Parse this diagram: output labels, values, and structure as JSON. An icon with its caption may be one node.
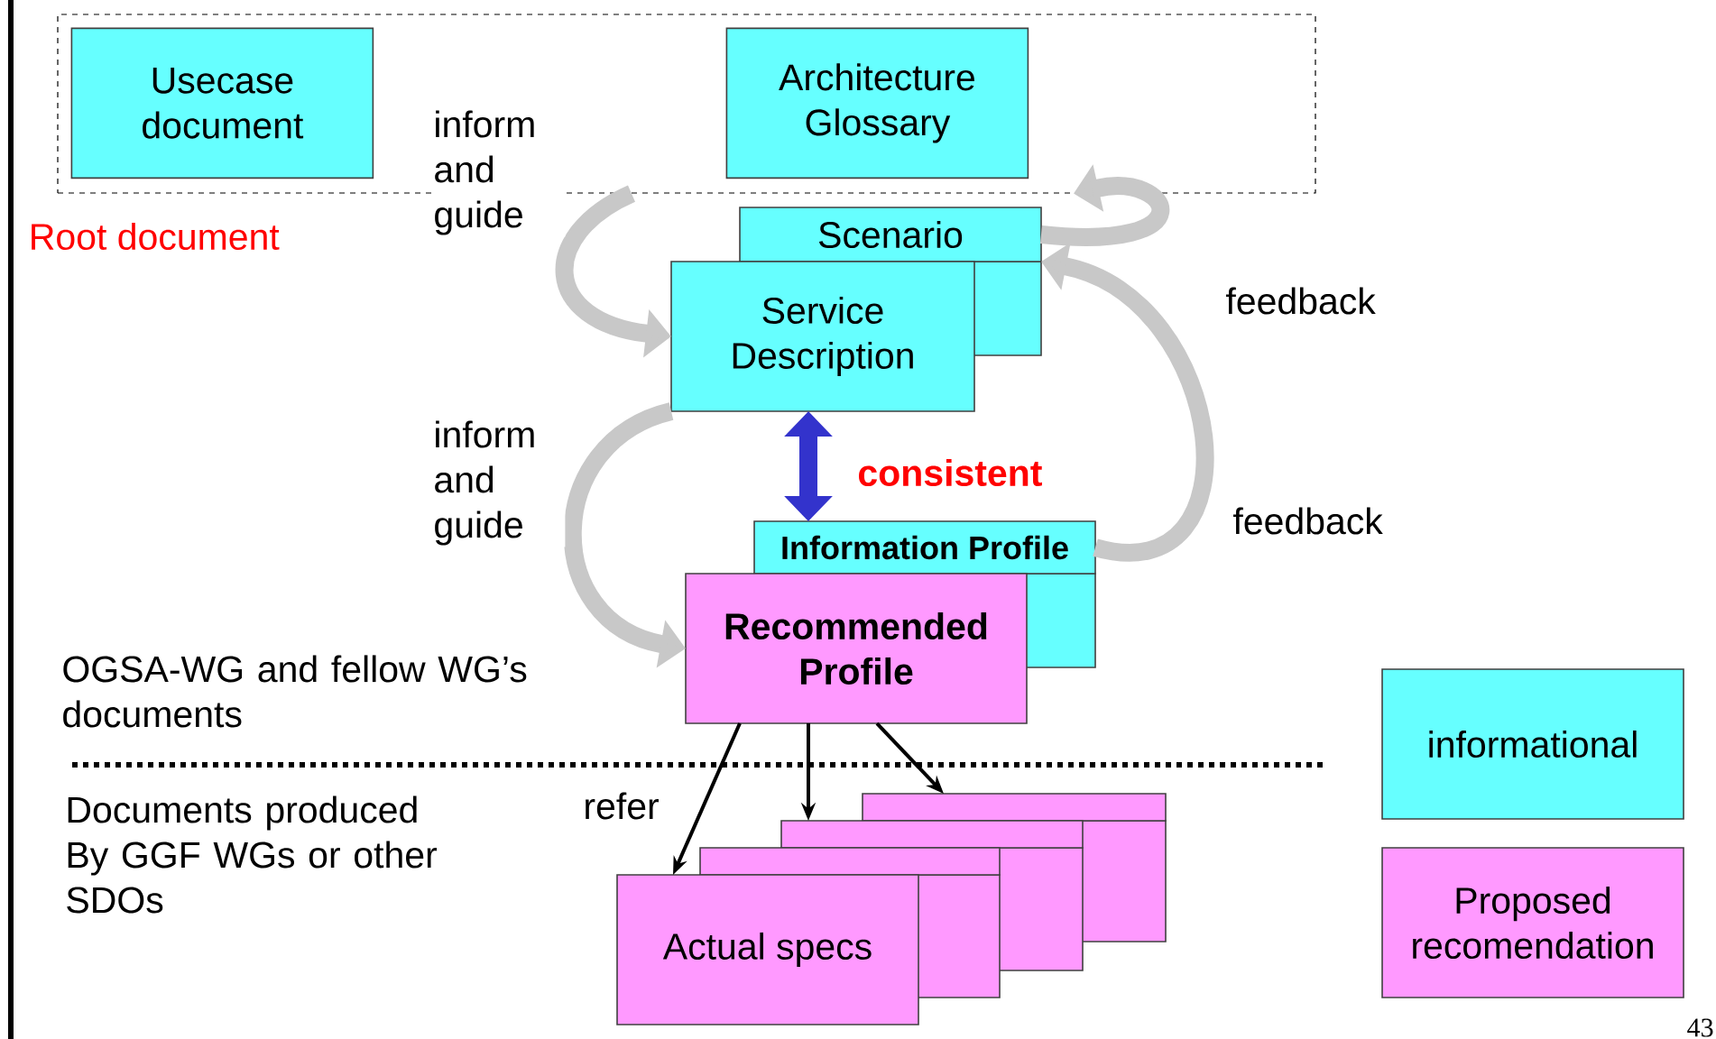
{
  "diagram": {
    "nodes": [
      {
        "text": [
          "Root document"
        ]
      },
      {
        "text": [
          "Usecase document"
        ],
        "in": 0
      },
      {
        "text": [
          "Architecture Glossary"
        ],
        "in": 0
      },
      {
        "text": [
          "Scenario"
        ]
      },
      {
        "text": [
          "Service Description"
        ]
      },
      {
        "text": [
          "Information Profile"
        ]
      },
      {
        "text": [
          "Recommended Profile"
        ]
      },
      {
        "text": [
          "Actual specs"
        ]
      },
      {
        "text": [],
        "shape": "box"
      },
      {
        "text": [],
        "shape": "box"
      },
      {
        "text": [],
        "shape": "box"
      }
    ],
    "edges": [
      {
        "from": 0,
        "to": 4,
        "arrow": "to",
        "label": "inform and guide"
      },
      {
        "from": 3,
        "to": 0,
        "arrow": "to",
        "label": "feedback"
      },
      {
        "from": 4,
        "to": 6,
        "arrow": "to",
        "label": "inform and guide"
      },
      {
        "from": 5,
        "to": 3,
        "arrow": "to",
        "label": "feedback"
      },
      {
        "from": 4,
        "to": 5,
        "arrow": "both",
        "label": "consistent",
        "color": "#3333cc"
      },
      {
        "from": 6,
        "to": 7,
        "arrow": "to",
        "label": "refer",
        "color": "#000000"
      },
      {
        "from": 6,
        "to": 9,
        "arrow": "to",
        "color": "#000000"
      },
      {
        "from": 6,
        "to": 10,
        "arrow": "to",
        "color": "#000000"
      }
    ],
    "labels": [
      "OGSA-WG and fellow WG’s documents",
      "Documents produced By GGF WGs or other SDOs",
      "43"
    ],
    "legend": [
      {
        "text": "informational",
        "color": "#66ffff"
      },
      {
        "text": "Proposed recomendation",
        "color": "#ff99ff"
      }
    ]
  }
}
